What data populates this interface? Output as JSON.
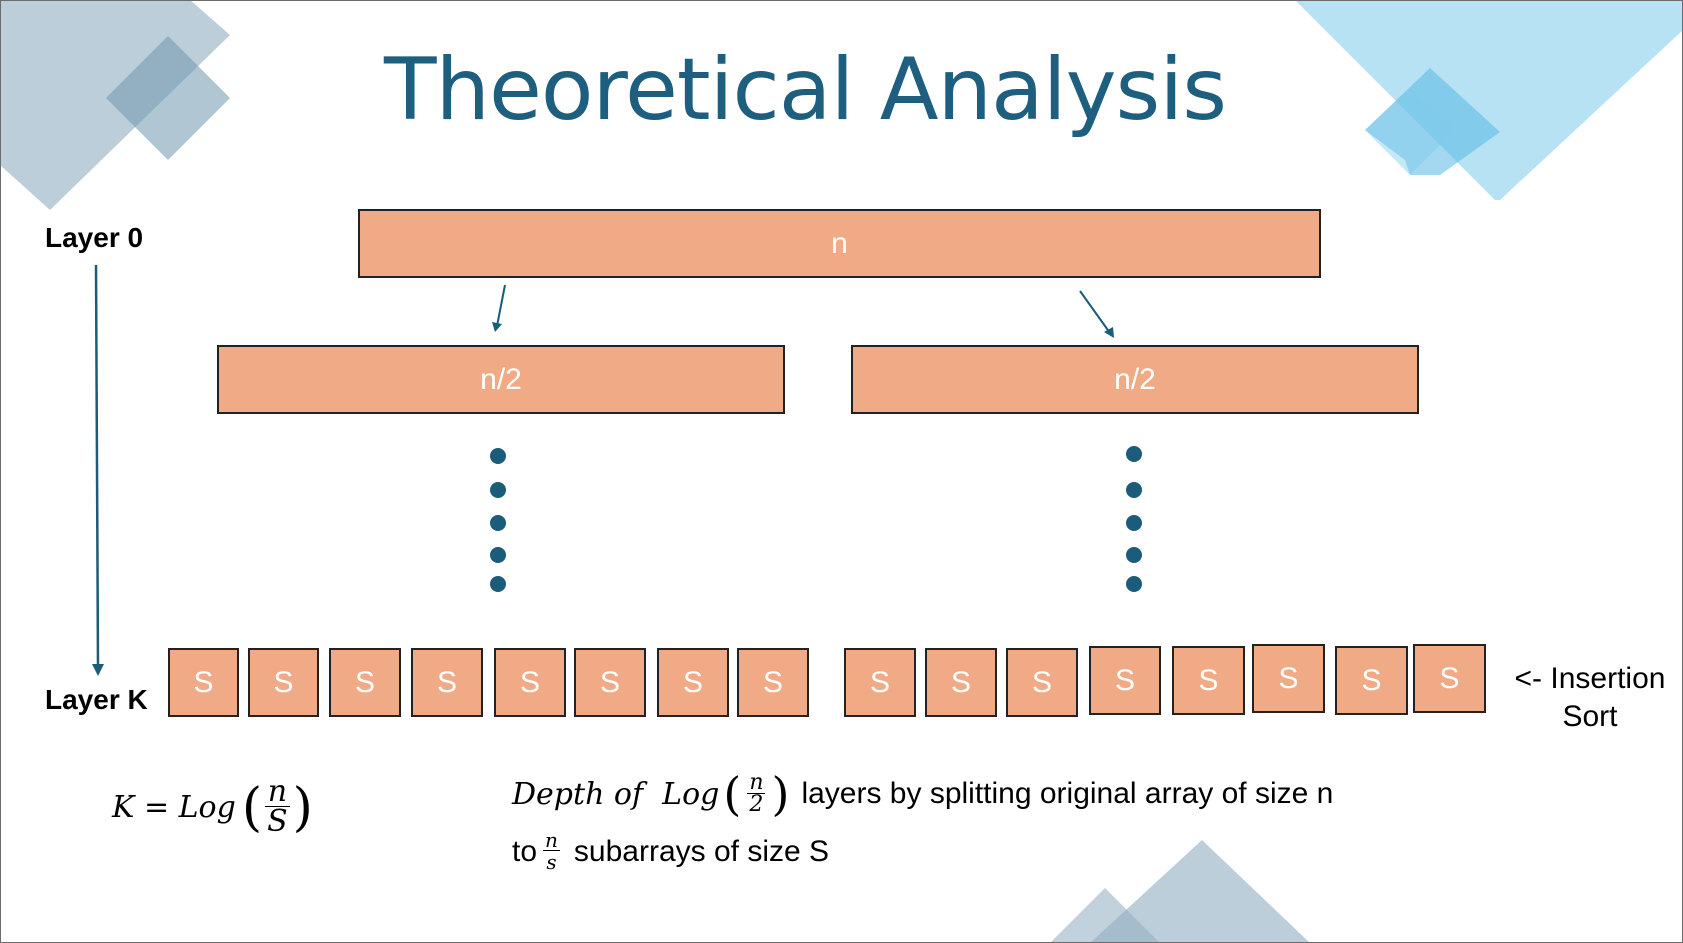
{
  "title": "Theoretical Analysis",
  "layers": {
    "top": "Layer 0",
    "bottom": "Layer K"
  },
  "root": {
    "label": "n"
  },
  "children": [
    {
      "label": "n/2"
    },
    {
      "label": "n/2"
    }
  ],
  "leaves": {
    "left": [
      "S",
      "S",
      "S",
      "S",
      "S",
      "S",
      "S",
      "S"
    ],
    "right": [
      "S",
      "S",
      "S",
      "S",
      "S",
      "S",
      "S",
      "S"
    ]
  },
  "side_note": {
    "line1": "<- Insertion",
    "line2": "Sort"
  },
  "formula_k": {
    "lhs": "K = Log",
    "num": "n",
    "den": "S"
  },
  "description": {
    "line1_prefix": "Depth of  Log",
    "line1_num": "n",
    "line1_den": "2",
    "line1_suffix": "layers by splitting original array of size n",
    "line2_prefix": "to",
    "line2_num": "n",
    "line2_den": "s",
    "line2_suffix": "subarrays of size S"
  },
  "colors": {
    "box_fill": "#f0aa86",
    "title": "#1e5f7f",
    "arrow": "#1a5c7a",
    "deco_gray": "#8fadc0",
    "deco_blue": "#7ccbea"
  }
}
